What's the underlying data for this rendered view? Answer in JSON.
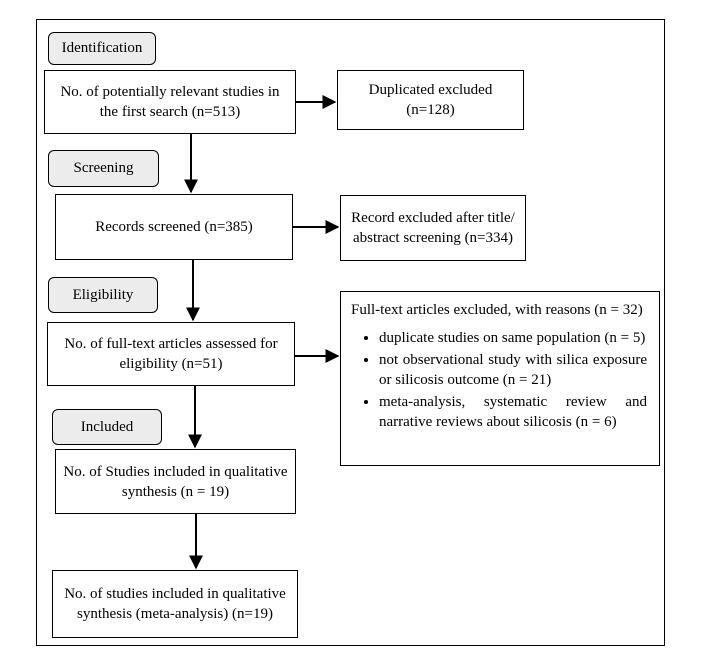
{
  "stages": {
    "identification": "Identification",
    "screening": "Screening",
    "eligibility": "Eligibility",
    "included": "Included"
  },
  "boxes": {
    "initial_search": "No. of potentially relevant studies in the first search (n=513)",
    "duplicates_excluded": "Duplicated excluded (n=128)",
    "records_screened": "Records screened (n=385)",
    "title_abstract_excluded": "Record excluded after title/ abstract screening (n=334)",
    "full_text_assessed": "No. of full-text articles assessed for eligibility (n=51)",
    "qualitative_synthesis": "No. of Studies included in qualitative synthesis (n = 19)",
    "meta_analysis": "No. of studies included in qualitative synthesis (meta-analysis) (n=19)"
  },
  "full_text_excluded": {
    "title": "Full-text articles excluded, with reasons (n = 32)",
    "reasons": [
      "duplicate studies on same population (n = 5)",
      "not observational study with silica exposure or silicosis outcome (n = 21)",
      "meta-analysis, systematic review and narrative reviews about silicosis (n = 6)"
    ]
  }
}
